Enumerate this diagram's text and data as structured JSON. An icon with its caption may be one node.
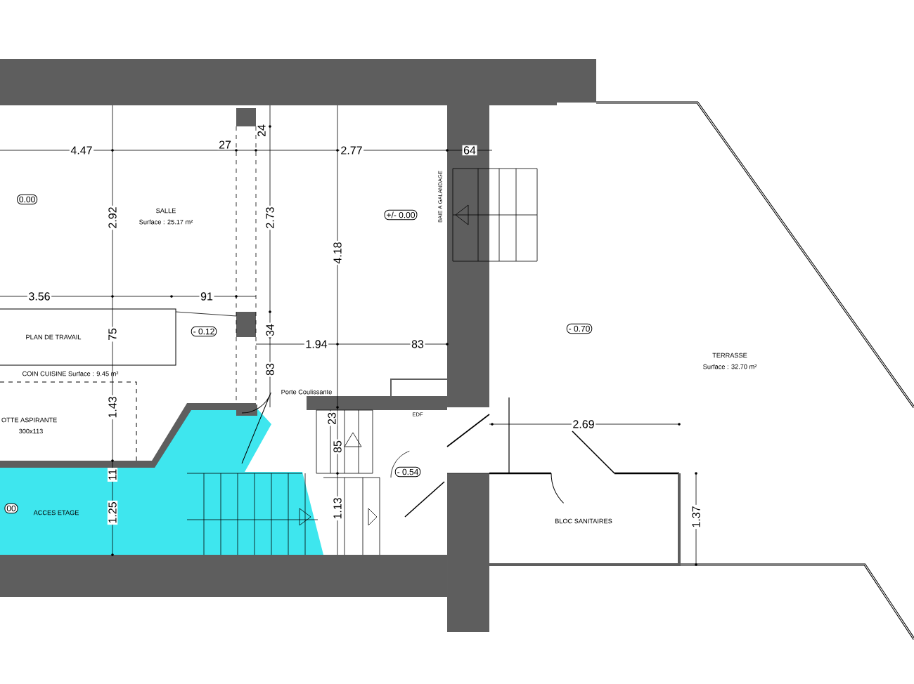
{
  "diagram": {
    "nodes": [
      {
        "text": [
          "0.00"
        ]
      },
      {
        "text": [
          "- 0.12"
        ]
      },
      {
        "text": [
          "+/- 0.00"
        ]
      },
      {
        "text": [
          "- 0.70"
        ]
      },
      {
        "text": [
          "- 0.54"
        ]
      },
      {
        "text": [
          "00"
        ]
      }
    ],
    "edges": [],
    "labels": [
      "4.47",
      "27",
      "24",
      "2.77",
      "64",
      "SALLE",
      "Surface : 25.17 m²",
      "2.92",
      "2.73",
      "BAIE A GALANDAGE",
      "4.18",
      "3.56",
      "91",
      "PLAN DE TRAVAIL",
      "75",
      "34",
      "1.94",
      "83",
      "83",
      "COIN CUISINE Surface : 9.45 m²",
      "Porte Coulissante",
      "EDF",
      "OTTE ASPIRANTE",
      "300x113",
      "1.43",
      "23",
      "2.69",
      "85",
      "11",
      "1.25",
      "ACCES ETAGE",
      "1.13",
      "BLOC SANITAIRES",
      "1.37",
      "TERRASSE",
      "Surface : 32.70 m²"
    ]
  }
}
